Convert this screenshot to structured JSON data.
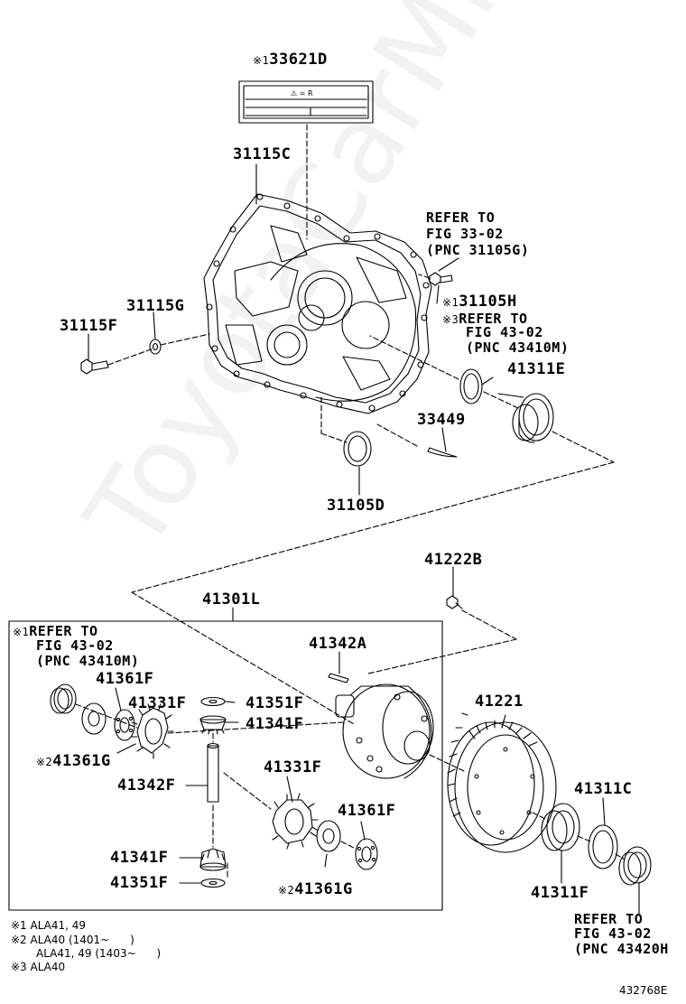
{
  "watermark": "ToyotaCarMine.ru",
  "figure_code": "432768E",
  "label_plate": {
    "symbol": "⚠",
    "text": "⚠ = R"
  },
  "labels": {
    "p33621D": "33621D",
    "p31115C": "31115C",
    "p31115G": "31115G",
    "p31115F": "31115F",
    "refer_top_1": "REFER TO",
    "refer_top_2": "FIG 33-02",
    "refer_top_3": "(PNC 31105G)",
    "p31105H": "31105H",
    "refer_mid_1": "REFER TO",
    "refer_mid_2": "FIG 43-02",
    "refer_mid_3": "(PNC 43410M)",
    "p41311E": "41311E",
    "p33449": "33449",
    "p31105D": "31105D",
    "p41222B": "41222B",
    "p41301L": "41301L",
    "refer_box_1": "REFER TO",
    "refer_box_2": "FIG 43-02",
    "refer_box_3": "(PNC 43410M)",
    "p41342A": "41342A",
    "p41361F_a": "41361F",
    "p41331F_a": "41331F",
    "p41351F_a": "41351F",
    "p41341F_a": "41341F",
    "p41221": "41221",
    "p41361G_a": "41361G",
    "p41342F": "41342F",
    "p41331F_b": "41331F",
    "p41311C": "41311C",
    "p41361F_b": "41361F",
    "p41341F_b": "41341F",
    "p41351F_b": "41351F",
    "p41361G_b": "41361G",
    "p41311F": "41311F",
    "refer_bot_1": "REFER TO",
    "refer_bot_2": "FIG 43-02",
    "refer_bot_3": "(PNC 43420H"
  },
  "marks": {
    "m1": "※1",
    "m2": "※2",
    "m3": "※3"
  },
  "notes": {
    "n1": "※1 ALA41, 49",
    "n2": "※2 ALA40 (1401~      )",
    "n3": "ALA41, 49 (1403~      )",
    "n4": "※3 ALA40"
  }
}
